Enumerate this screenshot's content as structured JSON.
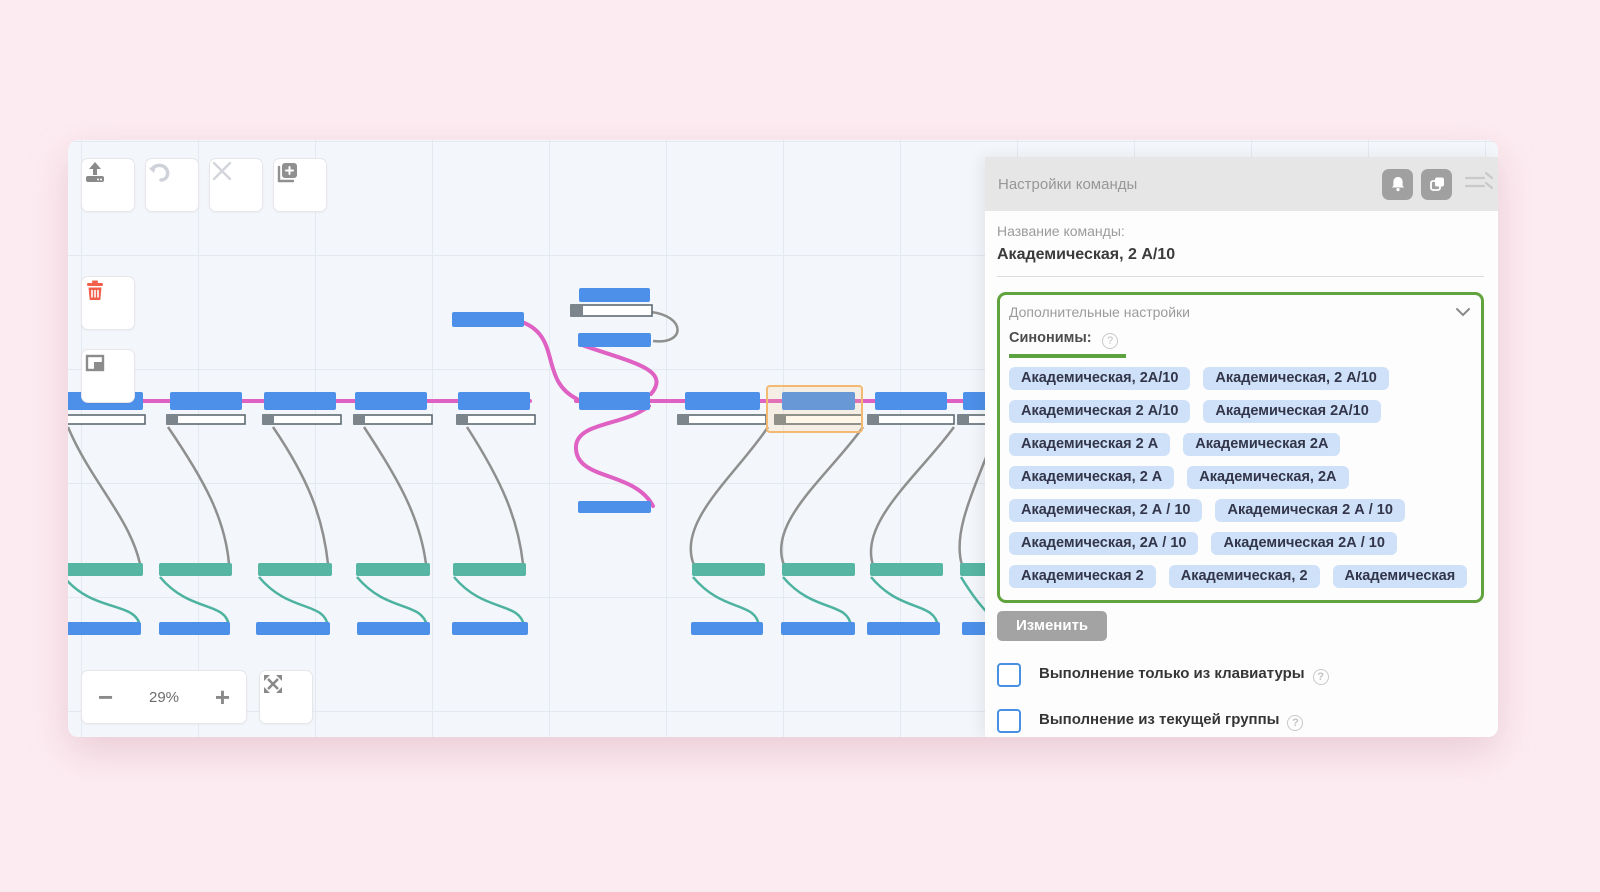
{
  "canvas": {
    "toolbar": {
      "upload": "upload-icon",
      "undo": "undo-icon",
      "close": "close-icon",
      "add_copy": "add-copy-icon"
    },
    "side_tools": {
      "delete": "trash-icon",
      "frame_select": "frame-select-icon"
    },
    "zoom": {
      "minus": "−",
      "level": "29%",
      "plus": "+",
      "fit": "fit-screen-icon"
    }
  },
  "panel": {
    "title": "Настройки команды",
    "header_icons": {
      "bell": "bell-icon",
      "copy": "copy-icon",
      "collapse": "collapse-panel-icon"
    },
    "name_field": {
      "label": "Название команды:",
      "value": "Академическая, 2 А/10"
    },
    "additional": {
      "title": "Дополнительные настройки",
      "synonyms_label": "Синонимы:"
    },
    "synonyms": [
      "Академическая, 2А/10",
      "Академическая, 2 А/10",
      "Академическая 2 А/10",
      "Академическая 2А/10",
      "Академическая 2 А",
      "Академическая 2А",
      "Академическая, 2 А",
      "Академическая, 2А",
      "Академическая, 2 А / 10",
      "Академическая 2 А / 10",
      "Академическая, 2А / 10",
      "Академическая 2А / 10",
      "Академическая 2",
      "Академическая, 2",
      "Академическая"
    ],
    "edit_button": "Изменить",
    "checkboxes": [
      {
        "label": "Выполнение только из клавиатуры",
        "checked": false
      },
      {
        "label": "Выполнение из текущей группы",
        "checked": false
      }
    ]
  },
  "colors": {
    "node_blue": "#4d90e9",
    "node_teal": "#57b5a3",
    "route_pink": "#de61c3",
    "link_gray": "#8f8f8f",
    "link_teal": "#4db3a0",
    "highlight_orange": "#f3b970",
    "accent_green": "#61a33e",
    "chip_blue": "#cfe1f8",
    "checkbox_blue": "#4a90e2",
    "trash_red": "#f2604d",
    "page_bg": "#fcecf1"
  }
}
